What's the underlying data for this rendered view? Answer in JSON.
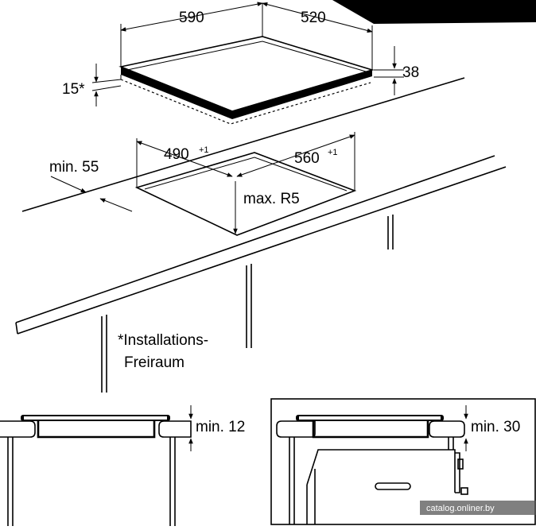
{
  "dimensions": {
    "hob_width": "590",
    "hob_depth": "520",
    "hob_height": "38",
    "clearance_front": "15*",
    "cutout_width": "490",
    "cutout_width_tol": "+1",
    "cutout_depth": "560",
    "cutout_depth_tol": "+1",
    "edge_distance": "min. 55",
    "corner_radius": "max. R5",
    "gap_below_hob": "min. 12",
    "gap_above_oven": "min. 30"
  },
  "notes": {
    "footnote_line1": "*Installations-",
    "footnote_line2": "Freiraum"
  },
  "watermark": "catalog.onliner.by"
}
